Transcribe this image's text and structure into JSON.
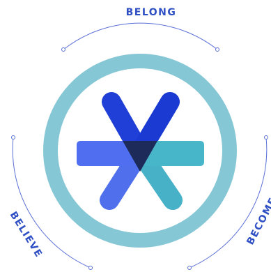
{
  "labels": {
    "top": "BELONG",
    "left": "BELIEVE",
    "right": "BECOME"
  },
  "colors": {
    "ring": "#86c7d6",
    "ring_inner": "#ffffff",
    "arc_line": "#5b6fd6",
    "label_text": "#2f4fc4",
    "arm_top_left": "#1f3fd6",
    "arm_top_right": "#1a3ad2",
    "arm_horizontal_left": "#4f6ff0",
    "arm_horizontal_right": "#48b6c9",
    "arm_bottom_left": "#4f6fec",
    "arm_bottom_right": "#47b1c8",
    "center": "#1c2b5a"
  },
  "icons": {
    "logo": "star-cross-logo-icon"
  }
}
